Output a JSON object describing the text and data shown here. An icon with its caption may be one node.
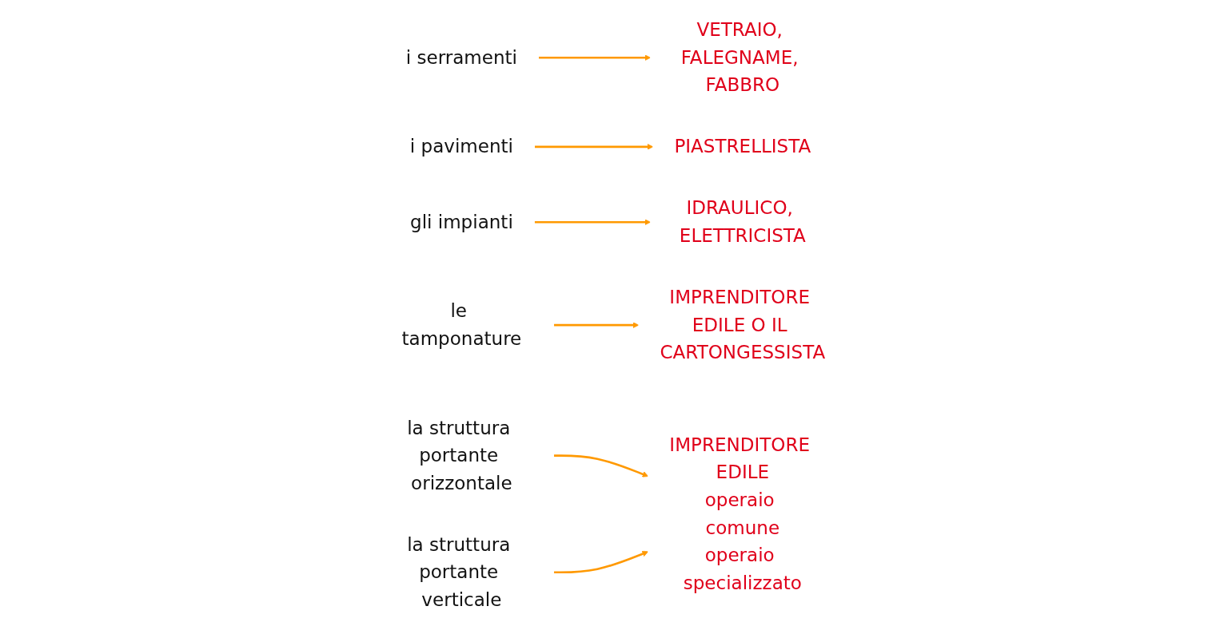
{
  "diagram": {
    "nodes": [
      {
        "text": [
          "i serramenti"
        ]
      },
      {
        "text": [
          "VETRAIO, FALEGNAME, FABBRO"
        ]
      },
      {
        "text": [
          "i pavimenti"
        ]
      },
      {
        "text": [
          "PIASTRELLISTA"
        ]
      },
      {
        "text": [
          "gli impianti"
        ]
      },
      {
        "text": [
          "IDRAULICO, ELETTRICISTA"
        ]
      },
      {
        "text": [
          "le tamponature"
        ]
      },
      {
        "text": [
          "IMPRENDITORE EDILE O IL CARTONGESSISTA"
        ]
      },
      {
        "text": [
          "la struttura portante orizzontale"
        ]
      },
      {
        "text": [
          "la struttura portante verticale"
        ]
      },
      {
        "text": [
          "IMPRENDITORE EDILE",
          "operaio comune",
          "operaio specializzato"
        ]
      }
    ],
    "edges": [
      {
        "from": 0,
        "to": 1,
        "arrow": "to"
      },
      {
        "from": 2,
        "to": 3,
        "arrow": "to"
      },
      {
        "from": 4,
        "to": 5,
        "arrow": "to"
      },
      {
        "from": 6,
        "to": 7,
        "arrow": "to"
      },
      {
        "from": 8,
        "to": 10,
        "arrow": "to"
      },
      {
        "from": 9,
        "to": 10,
        "arrow": "to"
      }
    ]
  }
}
